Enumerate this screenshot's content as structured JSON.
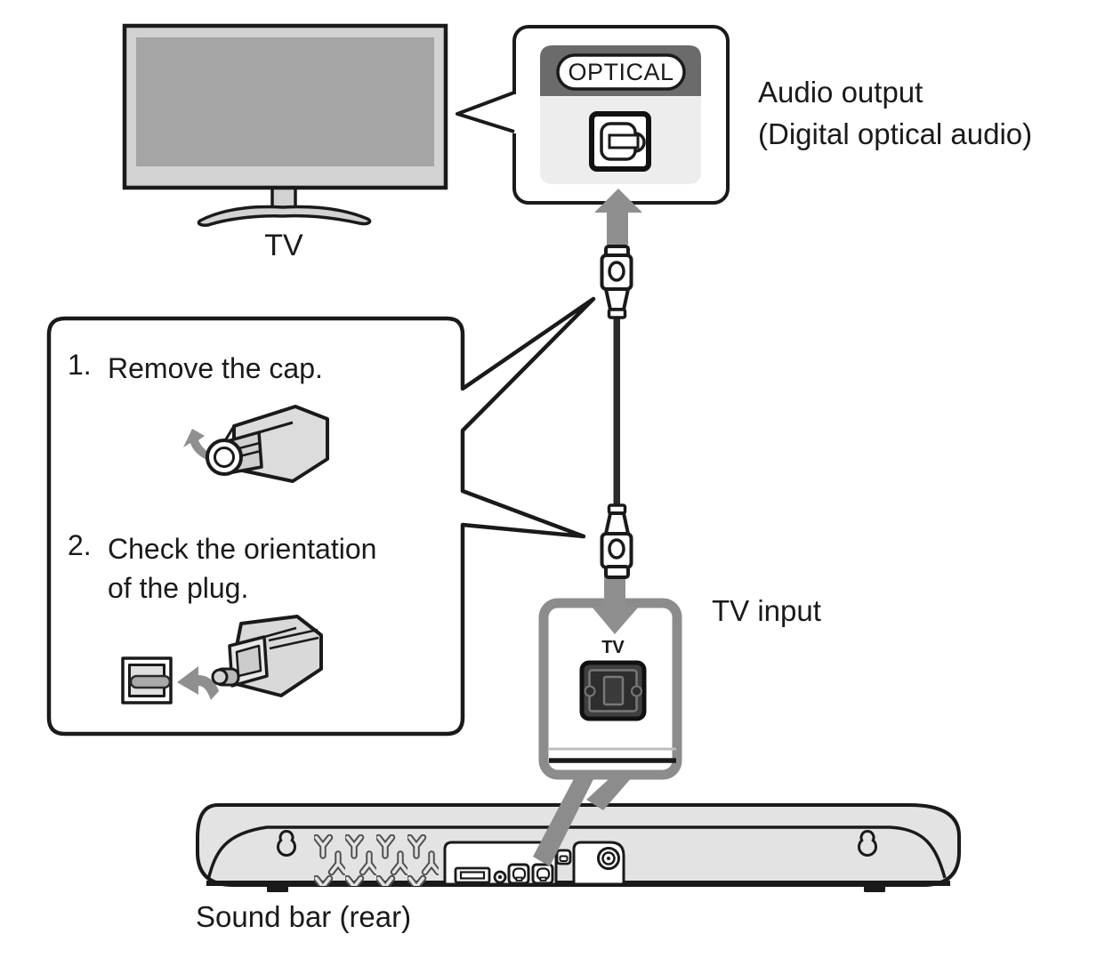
{
  "labels": {
    "tv": "TV",
    "optical_port": "OPTICAL",
    "audio_output_line1": "Audio output",
    "audio_output_line2": "(Digital optical audio)",
    "tv_input": "TV input",
    "soundbar_tv_port": "TV",
    "soundbar": "Sound bar (rear)"
  },
  "steps": [
    {
      "number": "1.",
      "text": "Remove the cap."
    },
    {
      "number": "2.",
      "text": "Check the orientation of the plug."
    }
  ],
  "icons": [
    "toslink-port-icon",
    "optical-cable-connector-icon",
    "up-arrow-icon",
    "down-arrow-icon",
    "curved-arrow-icon",
    "keyhole-mount-icon",
    "usb-port-icon",
    "aux-jack-icon",
    "power-inlet-icon"
  ],
  "colors": {
    "line": "#1a1a1a",
    "tv_frame_gray": "#d2d2d2",
    "screen_gray": "#a5a5a5",
    "optical_band_dark": "#6b6b6b",
    "optical_panel_light": "#ededed",
    "arrow_gray": "#8f8f8f",
    "callout_border_gray": "#8c8c8c",
    "soundbar_fill": "#e3e3e3",
    "port_dark": "#3f3f3f"
  }
}
